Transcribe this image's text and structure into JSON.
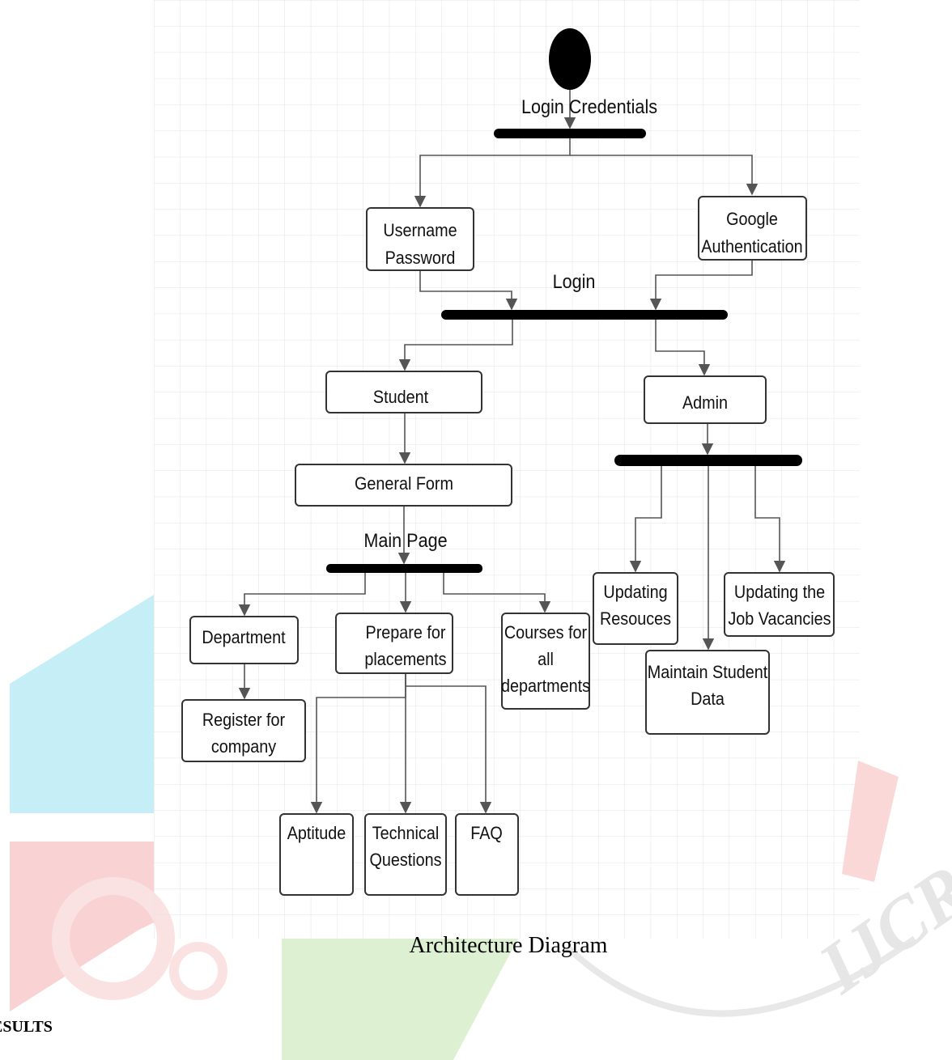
{
  "diagram": {
    "nodes": {
      "username_password": [
        "Username",
        "Password"
      ],
      "google_auth": [
        "Google",
        "Authentication"
      ],
      "student": [
        "Student"
      ],
      "admin": [
        "Admin"
      ],
      "general_form": [
        "General Form"
      ],
      "department": [
        "Department"
      ],
      "prepare_placements": [
        "Prepare for",
        "placements"
      ],
      "courses": [
        "Courses for",
        "all",
        "departments"
      ],
      "register_company": [
        "Register for",
        "company"
      ],
      "aptitude": [
        "Aptitude"
      ],
      "technical_questions": [
        "Technical",
        "Questions"
      ],
      "faq": [
        "FAQ"
      ],
      "updating_resources": [
        "Updating",
        "Resouces"
      ],
      "maintain_student_data": [
        "Maintain Student",
        "Data"
      ],
      "updating_job_vacancies": [
        "Updating the",
        "Job Vacancies"
      ]
    },
    "flow_labels": {
      "login_credentials": "Login Credentials",
      "login": "Login",
      "main_page": "Main Page"
    }
  },
  "caption": "Architecture Diagram",
  "section_heading": "ESULTS",
  "colors": {
    "watermark_cyan": "#c5eef6",
    "watermark_red": "#f9d3d3",
    "watermark_green": "#ddf1d2",
    "grid": "#e3e3e3",
    "bar": "#000000",
    "connector": "#555555"
  }
}
